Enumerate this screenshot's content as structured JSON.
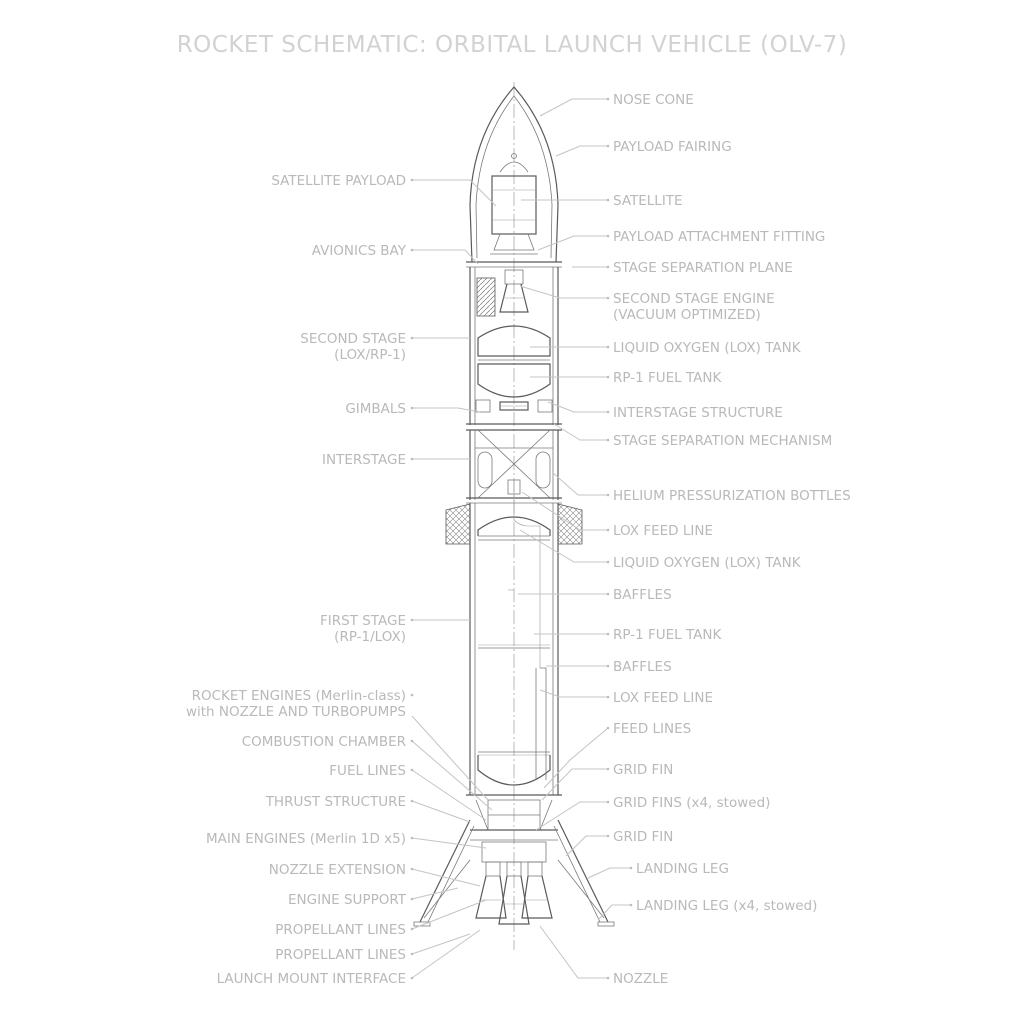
{
  "title": "ROCKET SCHEMATIC: ORBITAL LAUNCH VEHICLE (OLV-7)",
  "labels_left": [
    {
      "id": "satellite-payload",
      "lines": [
        "SATELLITE PAYLOAD"
      ]
    },
    {
      "id": "avionics-bay",
      "lines": [
        "AVIONICS BAY"
      ]
    },
    {
      "id": "second-stage",
      "lines": [
        "SECOND STAGE",
        "(LOX/RP-1)"
      ]
    },
    {
      "id": "gimbals",
      "lines": [
        "GIMBALS"
      ]
    },
    {
      "id": "interstage",
      "lines": [
        "INTERSTAGE"
      ]
    },
    {
      "id": "first-stage",
      "lines": [
        "FIRST STAGE",
        "(RP-1/LOX)"
      ]
    },
    {
      "id": "rocket-engines",
      "lines": [
        "ROCKET ENGINES (Merlin-class)",
        "with NOZZLE AND TURBOPUMPS"
      ]
    },
    {
      "id": "combustion-chamber",
      "lines": [
        "COMBUSTION CHAMBER"
      ]
    },
    {
      "id": "fuel-lines",
      "lines": [
        "FUEL LINES"
      ]
    },
    {
      "id": "thrust-structure",
      "lines": [
        "THRUST STRUCTURE"
      ]
    },
    {
      "id": "main-engines",
      "lines": [
        "MAIN ENGINES (Merlin 1D x5)"
      ]
    },
    {
      "id": "nozzle-extension",
      "lines": [
        "NOZZLE EXTENSION"
      ]
    },
    {
      "id": "engine-support",
      "lines": [
        "ENGINE SUPPORT"
      ]
    },
    {
      "id": "propellant-lines-1",
      "lines": [
        "PROPELLANT LINES"
      ]
    },
    {
      "id": "propellant-lines-2",
      "lines": [
        "PROPELLANT LINES"
      ]
    },
    {
      "id": "launch-mount-interface",
      "lines": [
        "LAUNCH MOUNT INTERFACE"
      ]
    }
  ],
  "labels_right": [
    {
      "id": "nose-cone",
      "lines": [
        "NOSE CONE"
      ]
    },
    {
      "id": "payload-fairing",
      "lines": [
        "PAYLOAD FAIRING"
      ]
    },
    {
      "id": "satellite",
      "lines": [
        "SATELLITE"
      ]
    },
    {
      "id": "payload-attachment-fitting",
      "lines": [
        "PAYLOAD ATTACHMENT FITTING"
      ]
    },
    {
      "id": "stage-separation-plane",
      "lines": [
        "STAGE SEPARATION PLANE"
      ]
    },
    {
      "id": "second-stage-engine",
      "lines": [
        "SECOND STAGE ENGINE",
        "(VACUUM OPTIMIZED)"
      ]
    },
    {
      "id": "lox-tank-upper",
      "lines": [
        "LIQUID OXYGEN (LOX) TANK"
      ]
    },
    {
      "id": "rp1-fuel-tank-upper",
      "lines": [
        "RP-1 FUEL TANK"
      ]
    },
    {
      "id": "interstage-structure",
      "lines": [
        "INTERSTAGE STRUCTURE"
      ]
    },
    {
      "id": "stage-separation-mechanism",
      "lines": [
        "STAGE SEPARATION MECHANISM"
      ]
    },
    {
      "id": "helium-bottles",
      "lines": [
        "HELIUM PRESSURIZATION BOTTLES"
      ]
    },
    {
      "id": "lox-feed-line-upper",
      "lines": [
        "LOX FEED LINE"
      ]
    },
    {
      "id": "lox-tank-lower",
      "lines": [
        "LIQUID OXYGEN (LOX) TANK"
      ]
    },
    {
      "id": "baffles-upper",
      "lines": [
        "BAFFLES"
      ]
    },
    {
      "id": "rp1-fuel-tank-lower",
      "lines": [
        "RP-1 FUEL TANK"
      ]
    },
    {
      "id": "baffles-lower",
      "lines": [
        "BAFFLES"
      ]
    },
    {
      "id": "lox-feed-line-lower",
      "lines": [
        "LOX FEED LINE"
      ]
    },
    {
      "id": "feed-lines",
      "lines": [
        "FEED LINES"
      ]
    },
    {
      "id": "grid-fin-1",
      "lines": [
        "GRID FIN"
      ]
    },
    {
      "id": "grid-fins-stowed",
      "lines": [
        "GRID FINS (x4, stowed)"
      ]
    },
    {
      "id": "grid-fin-2",
      "lines": [
        "GRID FIN"
      ]
    },
    {
      "id": "landing-leg",
      "lines": [
        "LANDING LEG"
      ]
    },
    {
      "id": "landing-leg-stowed",
      "lines": [
        "LANDING LEG (x4, stowed)"
      ]
    },
    {
      "id": "nozzle",
      "lines": [
        "NOZZLE"
      ]
    }
  ]
}
